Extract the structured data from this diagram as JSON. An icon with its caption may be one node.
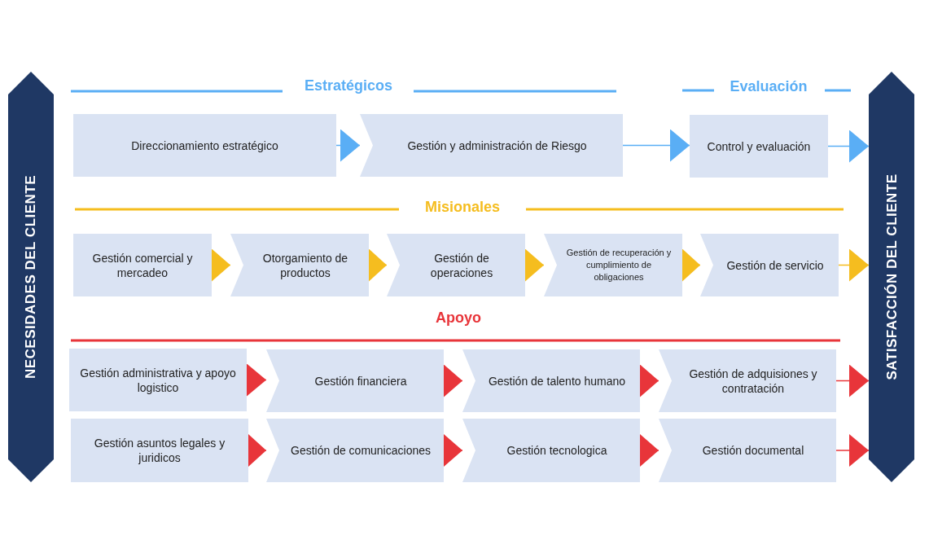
{
  "diagram": {
    "nodes": [
      {
        "text": [
          "NECESIDADES DEL CLIENTE"
        ]
      },
      {
        "text": [
          "Direccionamiento estratégico"
        ]
      },
      {
        "text": [
          "Gestión y administración de Riesgo"
        ]
      },
      {
        "text": [
          "Control y evaluación"
        ]
      },
      {
        "text": [
          "Gestión comercial y mercadeo"
        ]
      },
      {
        "text": [
          "Otorgamiento de productos"
        ]
      },
      {
        "text": [
          "Gestión de operaciones"
        ]
      },
      {
        "text": [
          "Gestión de recuperación y cumplimiento de obligaciones"
        ]
      },
      {
        "text": [
          "Gestión de servicio"
        ]
      },
      {
        "text": [
          "Gestión administrativa y apoyo logistico"
        ]
      },
      {
        "text": [
          "Gestión financiera"
        ]
      },
      {
        "text": [
          "Gestión de talento humano"
        ]
      },
      {
        "text": [
          "Gestión de adquisiones y contratación"
        ]
      },
      {
        "text": [
          "Gestión asuntos legales y juridicos"
        ]
      },
      {
        "text": [
          "Gestión de comunicaciones"
        ]
      },
      {
        "text": [
          "Gestión tecnologica"
        ]
      },
      {
        "text": [
          "Gestión documental"
        ]
      },
      {
        "text": [
          "SATISFACCIÓN DEL CLIENTE"
        ]
      }
    ],
    "edges": [
      {
        "from": 1,
        "to": 2,
        "arrow": "to",
        "color": "#5aaef5"
      },
      {
        "from": 2,
        "to": 3,
        "arrow": "to",
        "color": "#5aaef5"
      },
      {
        "from": 3,
        "to": 17,
        "arrow": "to",
        "color": "#5aaef5"
      },
      {
        "from": 4,
        "to": 5,
        "arrow": "to",
        "color": "#f5bd1f"
      },
      {
        "from": 5,
        "to": 6,
        "arrow": "to",
        "color": "#f5bd1f"
      },
      {
        "from": 6,
        "to": 7,
        "arrow": "to",
        "color": "#f5bd1f"
      },
      {
        "from": 7,
        "to": 8,
        "arrow": "to",
        "color": "#f5bd1f"
      },
      {
        "from": 8,
        "to": 17,
        "arrow": "to",
        "color": "#f5bd1f"
      },
      {
        "from": 9,
        "to": 10,
        "arrow": "to"
      },
      {
        "from": 10,
        "to": 11,
        "arrow": "to"
      },
      {
        "from": 11,
        "to": 12,
        "arrow": "to"
      },
      {
        "from": 12,
        "to": 17,
        "arrow": "to"
      },
      {
        "from": 13,
        "to": 14,
        "arrow": "to"
      },
      {
        "from": 14,
        "to": 15,
        "arrow": "to"
      },
      {
        "from": 15,
        "to": 16,
        "arrow": "to"
      },
      {
        "from": 16,
        "to": 17,
        "arrow": "to"
      }
    ],
    "labels": [
      "Estratégicos",
      "Evaluación",
      "Misionales",
      "Apoyo"
    ]
  }
}
